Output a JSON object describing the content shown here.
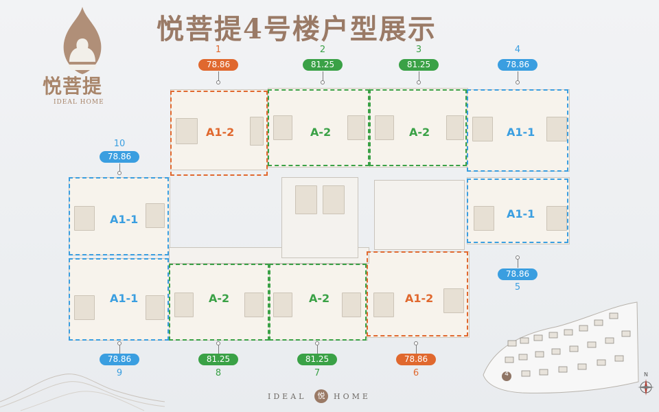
{
  "title": "悦菩提4号楼户型展示",
  "brand": {
    "name_cn": "悦菩提",
    "name_en": "IDEAL HOME"
  },
  "footer": {
    "left": "IDEAL",
    "mark": "悦",
    "right": "HOME"
  },
  "units": [
    {
      "no": "1",
      "area": "78.86",
      "type": "A1-2",
      "color": "orange"
    },
    {
      "no": "2",
      "area": "81.25",
      "type": "A-2",
      "color": "green"
    },
    {
      "no": "3",
      "area": "81.25",
      "type": "A-2",
      "color": "green"
    },
    {
      "no": "4",
      "area": "78.86",
      "type": "A1-1",
      "color": "blue"
    },
    {
      "no": "5",
      "area": "78.86",
      "type": "A1-1",
      "color": "blue"
    },
    {
      "no": "6",
      "area": "78.86",
      "type": "A1-2",
      "color": "orange"
    },
    {
      "no": "7",
      "area": "81.25",
      "type": "A-2",
      "color": "green"
    },
    {
      "no": "8",
      "area": "81.25",
      "type": "A-2",
      "color": "green"
    },
    {
      "no": "9",
      "area": "78.86",
      "type": "A1-1",
      "color": "blue"
    },
    {
      "no": "10",
      "area": "78.86",
      "type": "A1-1",
      "color": "blue"
    }
  ],
  "minimap": {
    "building_no": "4"
  },
  "colors": {
    "orange": "#e0682e",
    "green": "#3aa146",
    "blue": "#3a9ee0",
    "brand": "#9a7a66"
  },
  "icons": [
    "buddha-logo-icon",
    "compass-icon",
    "mountain-lines-icon"
  ]
}
